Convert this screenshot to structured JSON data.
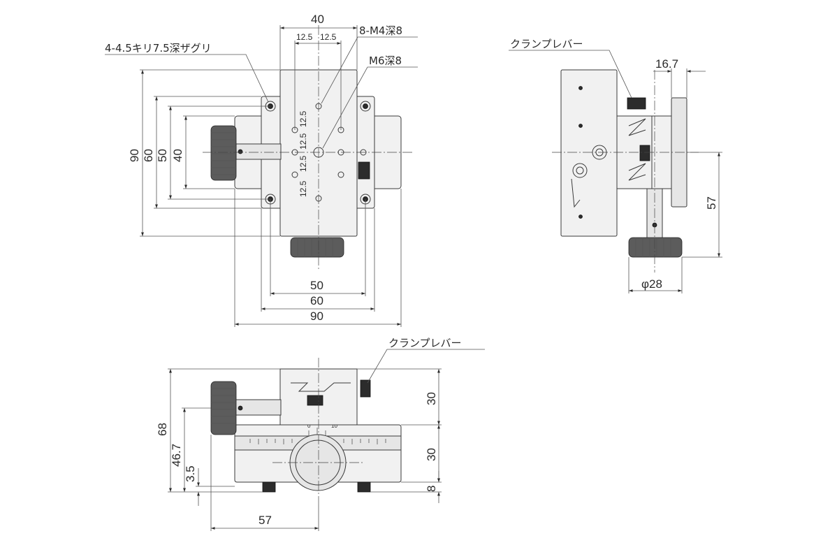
{
  "top_view": {
    "labels": {
      "counterbore": "4-4.5キリ7.5深ザグリ",
      "m4_holes": "8-M4深8",
      "m6_hole": "M6深8"
    },
    "dims": {
      "top_width": "40",
      "pitch_a": "12.5",
      "pitch_b": "12.5",
      "v_pitch_1": "12.5",
      "v_pitch_2": "12.5",
      "v_pitch_3": "12.5",
      "v_pitch_4": "12.5",
      "left_90": "90",
      "left_60": "60",
      "left_50": "50",
      "left_40": "40",
      "bottom_50": "50",
      "bottom_60": "60",
      "bottom_90": "90"
    }
  },
  "side_view": {
    "labels": {
      "clamp_lever": "クランプレバー"
    },
    "dims": {
      "thickness": "16.7",
      "height_57": "57",
      "knob_dia": "φ28"
    }
  },
  "front_view": {
    "labels": {
      "clamp_lever": "クランプレバー"
    },
    "dims": {
      "total_68": "68",
      "h_46_7": "46.7",
      "h_3_5": "3.5",
      "upper_30": "30",
      "middle_30": "30",
      "base_8": "8",
      "width_57": "57"
    },
    "scale": {
      "tick_left": "0",
      "tick_right": "10"
    }
  }
}
